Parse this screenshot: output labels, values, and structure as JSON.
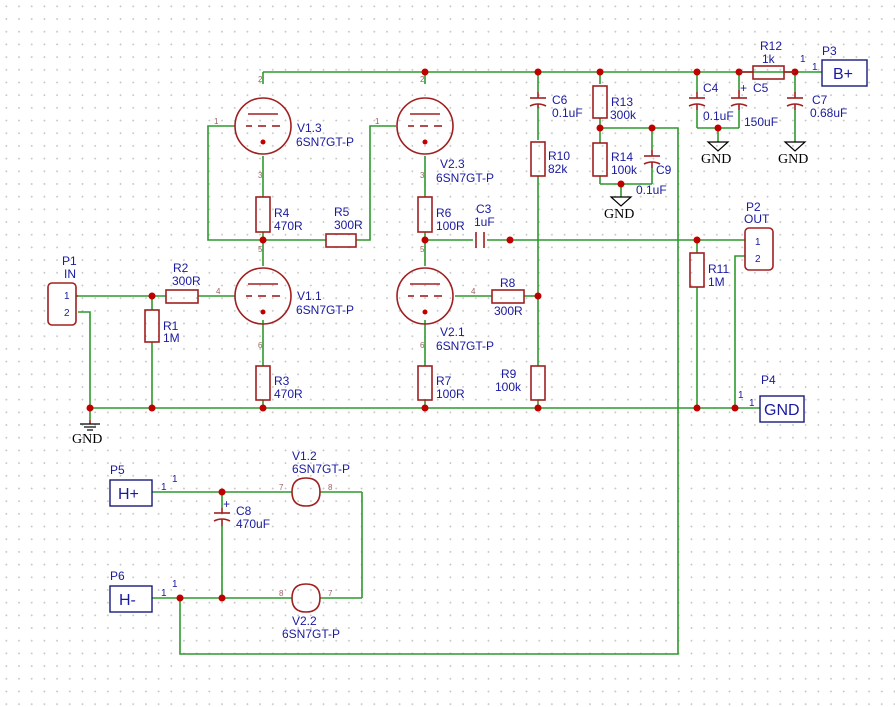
{
  "colors": {
    "wire": "#2d9a2d",
    "component": "#a02020",
    "text": "#1a1aa0",
    "junction": "#c00000"
  },
  "tubes": [
    {
      "ref": "V1.3",
      "value": "6SN7GT-P",
      "pins": [
        "2",
        "1",
        "3"
      ]
    },
    {
      "ref": "V2.3",
      "value": "6SN7GT-P",
      "pins": [
        "2",
        "1",
        "3"
      ]
    },
    {
      "ref": "V1.1",
      "value": "6SN7GT-P",
      "pins": [
        "5",
        "4",
        "6"
      ]
    },
    {
      "ref": "V2.1",
      "value": "6SN7GT-P",
      "pins": [
        "5",
        "4",
        "6"
      ]
    }
  ],
  "heaters": [
    {
      "ref": "V1.2",
      "value": "6SN7GT-P",
      "pins": [
        "7",
        "8"
      ]
    },
    {
      "ref": "V2.2",
      "value": "6SN7GT-P",
      "pins": [
        "8",
        "7"
      ]
    }
  ],
  "resistors": [
    {
      "ref": "R1",
      "value": "1M"
    },
    {
      "ref": "R2",
      "value": "300R"
    },
    {
      "ref": "R3",
      "value": "470R"
    },
    {
      "ref": "R4",
      "value": "470R"
    },
    {
      "ref": "R5",
      "value": "300R"
    },
    {
      "ref": "R6",
      "value": "100R"
    },
    {
      "ref": "R7",
      "value": "100R"
    },
    {
      "ref": "R8",
      "value": "300R"
    },
    {
      "ref": "R9",
      "value": "100k"
    },
    {
      "ref": "R10",
      "value": "82k"
    },
    {
      "ref": "R11",
      "value": "1M"
    },
    {
      "ref": "R12",
      "value": "1k"
    },
    {
      "ref": "R13",
      "value": "300k"
    },
    {
      "ref": "R14",
      "value": "100k"
    }
  ],
  "capacitors": [
    {
      "ref": "C3",
      "value": "1uF"
    },
    {
      "ref": "C4",
      "value": "0.1uF"
    },
    {
      "ref": "C5",
      "value": "150uF"
    },
    {
      "ref": "C6",
      "value": "0.1uF"
    },
    {
      "ref": "C7",
      "value": "0.68uF"
    },
    {
      "ref": "C8",
      "value": "470uF"
    },
    {
      "ref": "C9",
      "value": "0.1uF"
    }
  ],
  "connectors": [
    {
      "ref": "P1",
      "value": "IN",
      "pins": [
        "1",
        "2"
      ]
    },
    {
      "ref": "P2",
      "value": "OUT",
      "pins": [
        "1",
        "2"
      ]
    }
  ],
  "ports": [
    {
      "ref": "P3",
      "label": "B+",
      "pin": "1"
    },
    {
      "ref": "P4",
      "label": "GND",
      "pin": "1"
    },
    {
      "ref": "P5",
      "label": "H+",
      "pin": "1"
    },
    {
      "ref": "P6",
      "label": "H-",
      "pin": "1"
    }
  ],
  "ground_label": "GND",
  "polarity_mark": "+",
  "wire_pin_labels": [
    "1",
    "1",
    "1",
    "1"
  ]
}
